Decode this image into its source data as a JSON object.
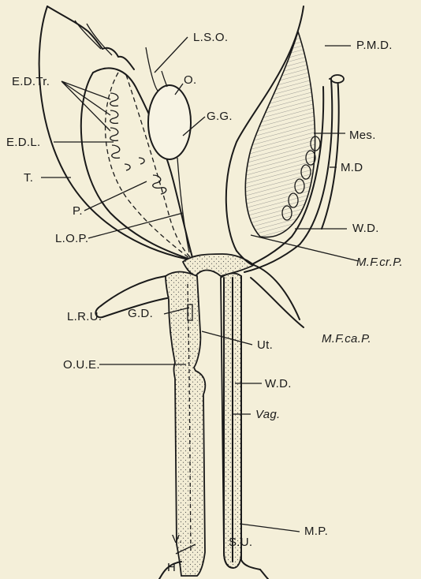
{
  "labels": {
    "lso": "L.S.O.",
    "pmd": "P.M.D.",
    "edtr": "E.D.Tr.",
    "o": "O.",
    "gg": "G.G.",
    "mes": "Mes.",
    "edl": "E.D.L.",
    "md": "M.D",
    "t": "T.",
    "p": "P.",
    "wd_upper": "W.D.",
    "lop": "L.O.P.",
    "mfcrp": "M.F.cr.P.",
    "lru": "L.R.U.",
    "gd": "G.D.",
    "ut": "Ut.",
    "mfcap": "M.F.ca.P.",
    "oue": "O.U.E.",
    "wd_lower": "W.D.",
    "vag": "Vag.",
    "v": "V.",
    "su": "S.U.",
    "mp": "M.P.",
    "h": "H"
  }
}
